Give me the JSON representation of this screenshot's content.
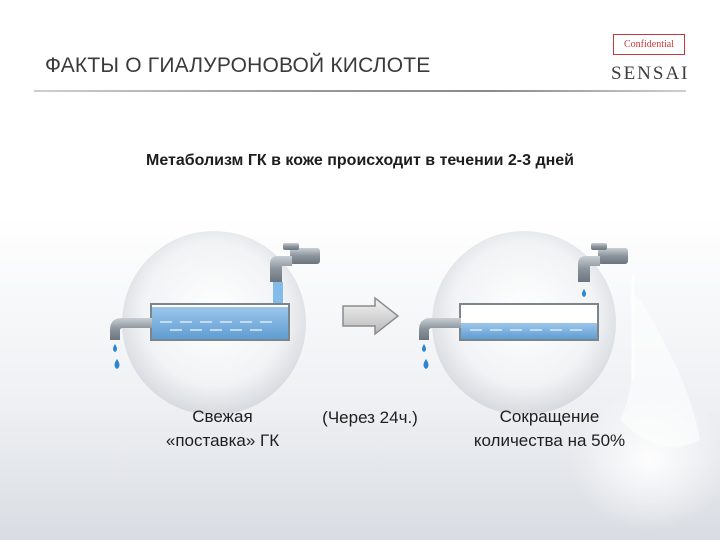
{
  "header": {
    "title": "ФАКТЫ О ГИАЛУРОНОВОЙ КИСЛОТЕ"
  },
  "branding": {
    "confidential": "Confidential",
    "logo_text": "SENSAI"
  },
  "subtitle": "Метаболизм ГК в коже происходит в течении 2-3 дней",
  "captions": {
    "left": [
      "Свежая",
      "«поставка» ГК"
    ],
    "middle": "(Через 24ч.)",
    "right": [
      "Сокращение",
      "количества на 50%"
    ]
  },
  "colors": {
    "water": "#6fa8da",
    "drop": "#2f86d0",
    "metal": "#8d969e",
    "accent": "#c8383a"
  }
}
